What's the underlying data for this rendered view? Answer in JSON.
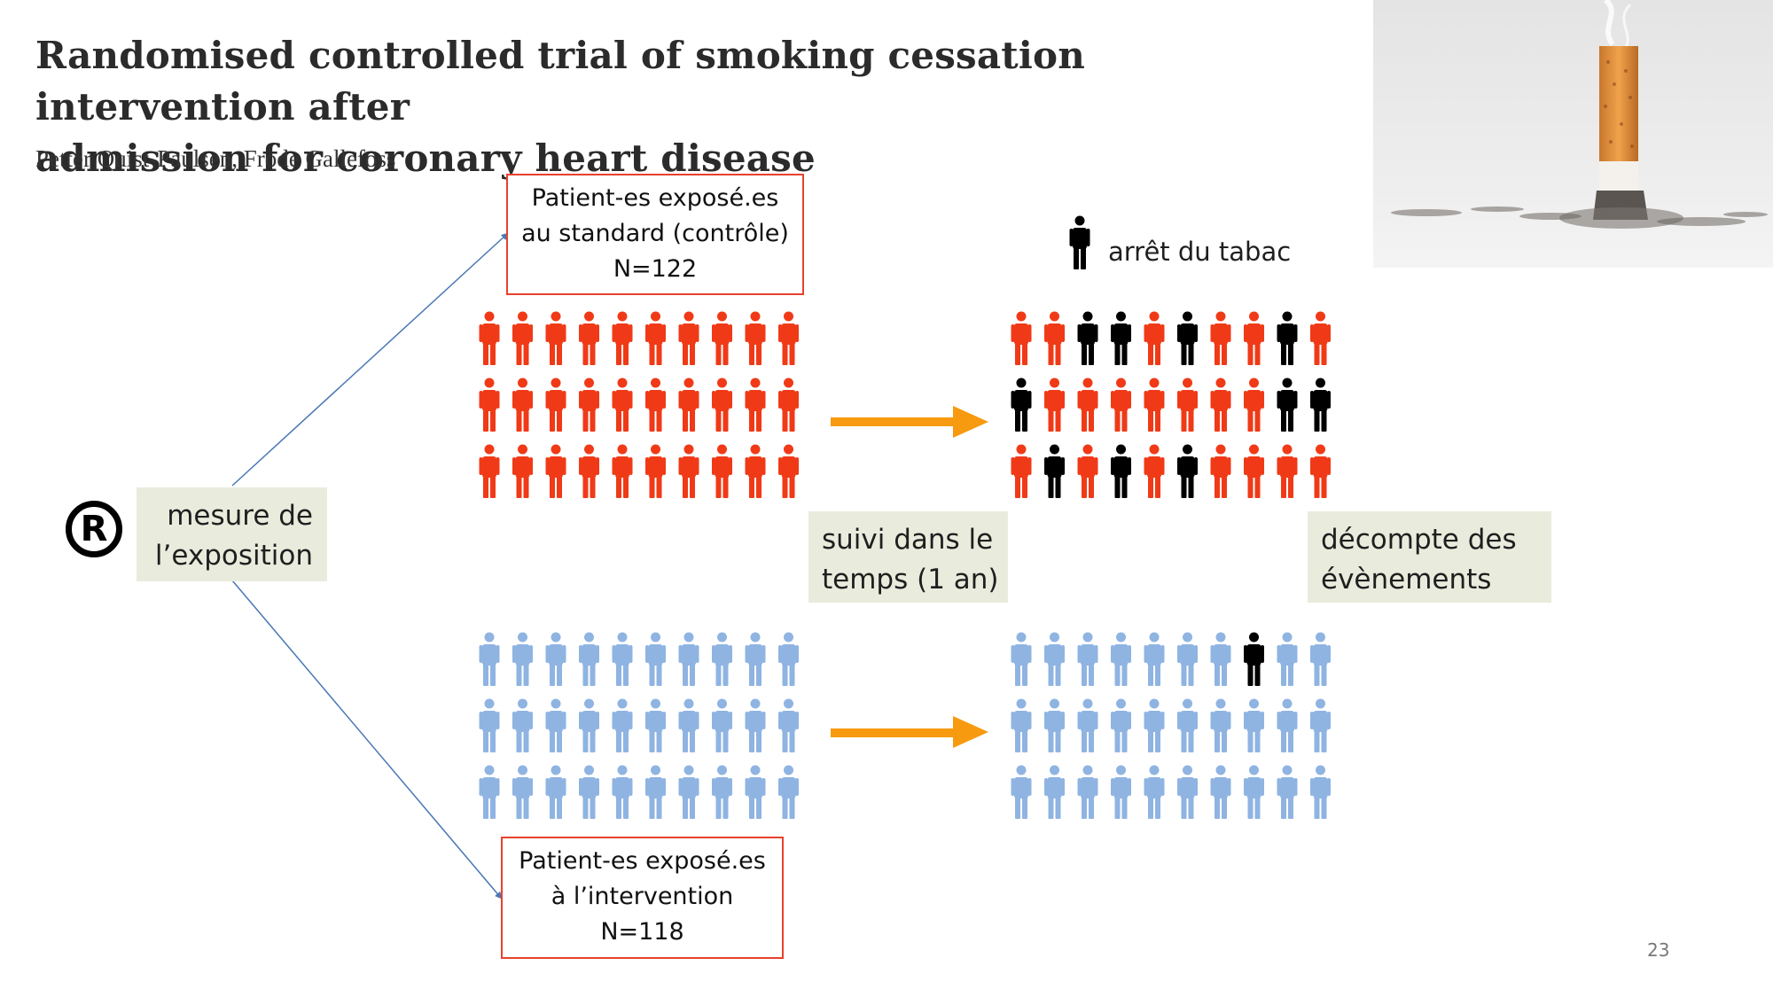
{
  "title_lines": [
    "Randomised controlled trial of smoking cessation intervention after",
    "admission for coronary heart disease"
  ],
  "authors": "Petter Quist-Paulsen, Frode Gallefoss",
  "registered_symbol": "R",
  "exposure_box": {
    "lines": [
      "mesure de",
      "l’exposition"
    ]
  },
  "followup_box": {
    "lines": [
      "suivi dans le",
      "temps (1 an)"
    ]
  },
  "count_box": {
    "lines": [
      "décompte des",
      "évènements"
    ]
  },
  "control_box": {
    "lines": [
      "Patient-es exposé.es",
      "au standard (contrôle)",
      "N=122"
    ]
  },
  "intervention_box": {
    "lines": [
      "Patient-es exposé.es",
      "à l’intervention",
      "N=118"
    ]
  },
  "legend": {
    "label": "arrêt du tabac",
    "icon": "person-icon"
  },
  "page_number": "23",
  "colors": {
    "control": "#f03a17",
    "intervention": "#8fb4e2",
    "quit": "#000000",
    "arrow": "#f79a0f",
    "connector": "#4a77b5",
    "box_border": "#e8412c",
    "label_bg": "#e9ecdd"
  },
  "groups": {
    "control_before": {
      "rows": 3,
      "cols": 10,
      "quit": []
    },
    "control_after": {
      "rows": 3,
      "cols": 10,
      "quit": [
        [
          0,
          2
        ],
        [
          0,
          3
        ],
        [
          0,
          5
        ],
        [
          0,
          8
        ],
        [
          1,
          0
        ],
        [
          1,
          8
        ],
        [
          1,
          9
        ],
        [
          2,
          1
        ],
        [
          2,
          3
        ],
        [
          2,
          5
        ]
      ]
    },
    "intervention_before": {
      "rows": 3,
      "cols": 10,
      "quit": []
    },
    "intervention_after": {
      "rows": 3,
      "cols": 10,
      "quit": [
        [
          0,
          7
        ]
      ]
    }
  }
}
